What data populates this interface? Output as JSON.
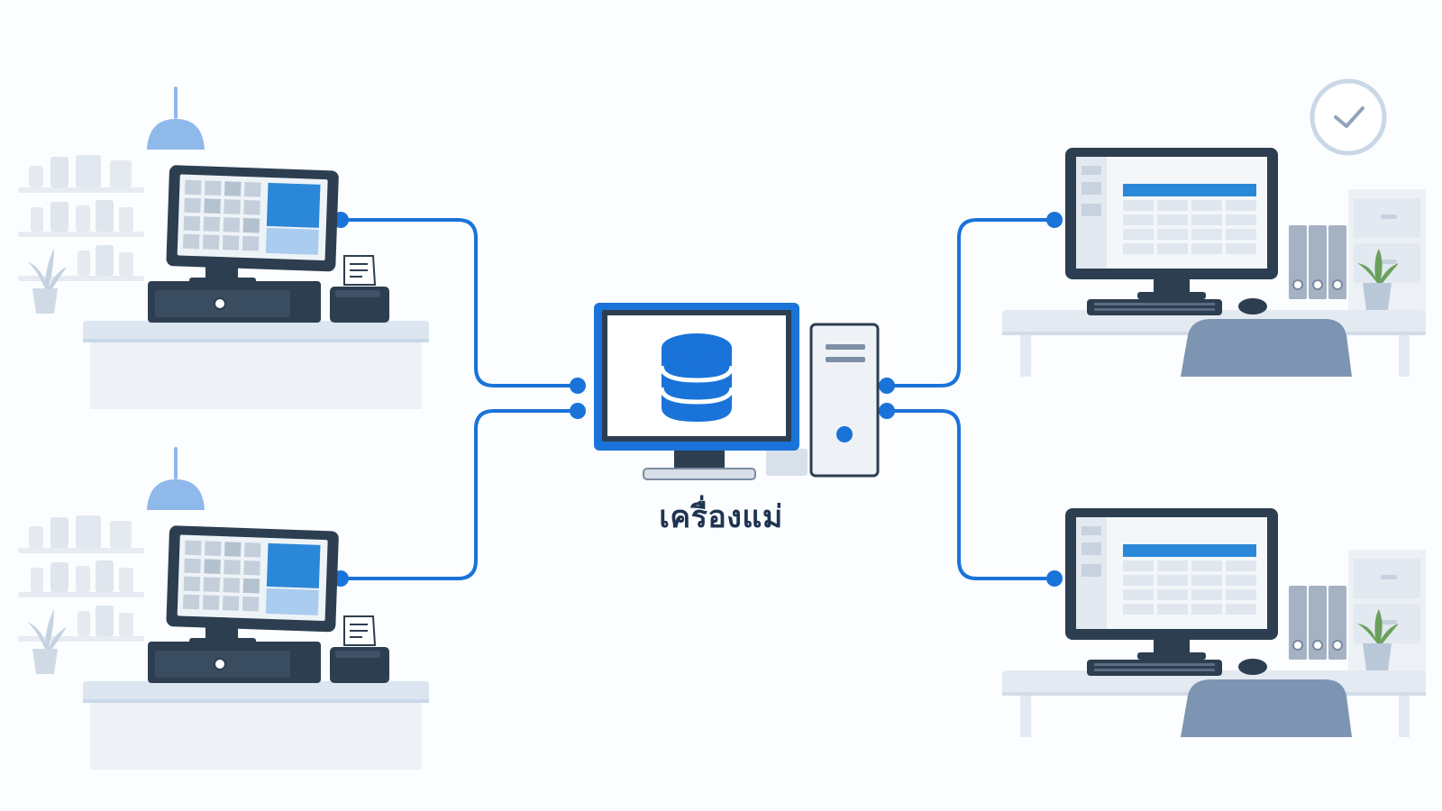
{
  "server": {
    "label": "เครื่องแม่",
    "icon": "database-icon"
  },
  "colors": {
    "connection_line": "#1a73d9",
    "monitor_frame": "#2d3e50",
    "accent_blue": "#2b88d8",
    "light_blue": "#a9ccef",
    "furniture": "#e6ebf1",
    "chair": "#7d95b2",
    "background": "#fbfdff"
  },
  "nodes": [
    {
      "role": "pos-terminal",
      "icon": "cash-register-icon"
    },
    {
      "role": "pos-terminal",
      "icon": "cash-register-icon"
    },
    {
      "role": "office-workstation",
      "icon": "desktop-computer-icon"
    },
    {
      "role": "office-workstation",
      "icon": "desktop-computer-icon"
    }
  ]
}
